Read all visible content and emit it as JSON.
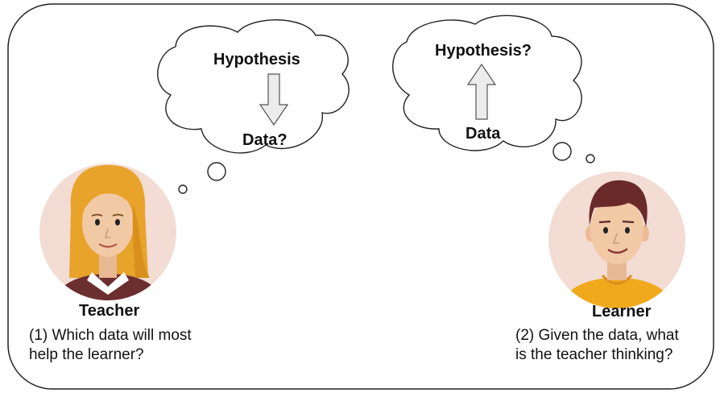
{
  "teacher": {
    "name": "Teacher",
    "question": "(1) Which data will most\n      help the learner?",
    "thought": {
      "top": "Hypothesis",
      "bottom": "Data?"
    }
  },
  "learner": {
    "name": "Learner",
    "question": "(2) Given the data, what\n is the teacher thinking?",
    "thought": {
      "top": "Hypothesis?",
      "bottom": "Data"
    }
  },
  "colors": {
    "frame": "#222222",
    "face_bg": "#f2dcd3",
    "skin": "#f2c9a5",
    "teacher_hair": "#e8a32a",
    "teacher_shirt": "#6b2f2f",
    "learner_hair": "#6a2a2a",
    "learner_shirt": "#f0a91c",
    "arrow_fill": "#ececec"
  }
}
